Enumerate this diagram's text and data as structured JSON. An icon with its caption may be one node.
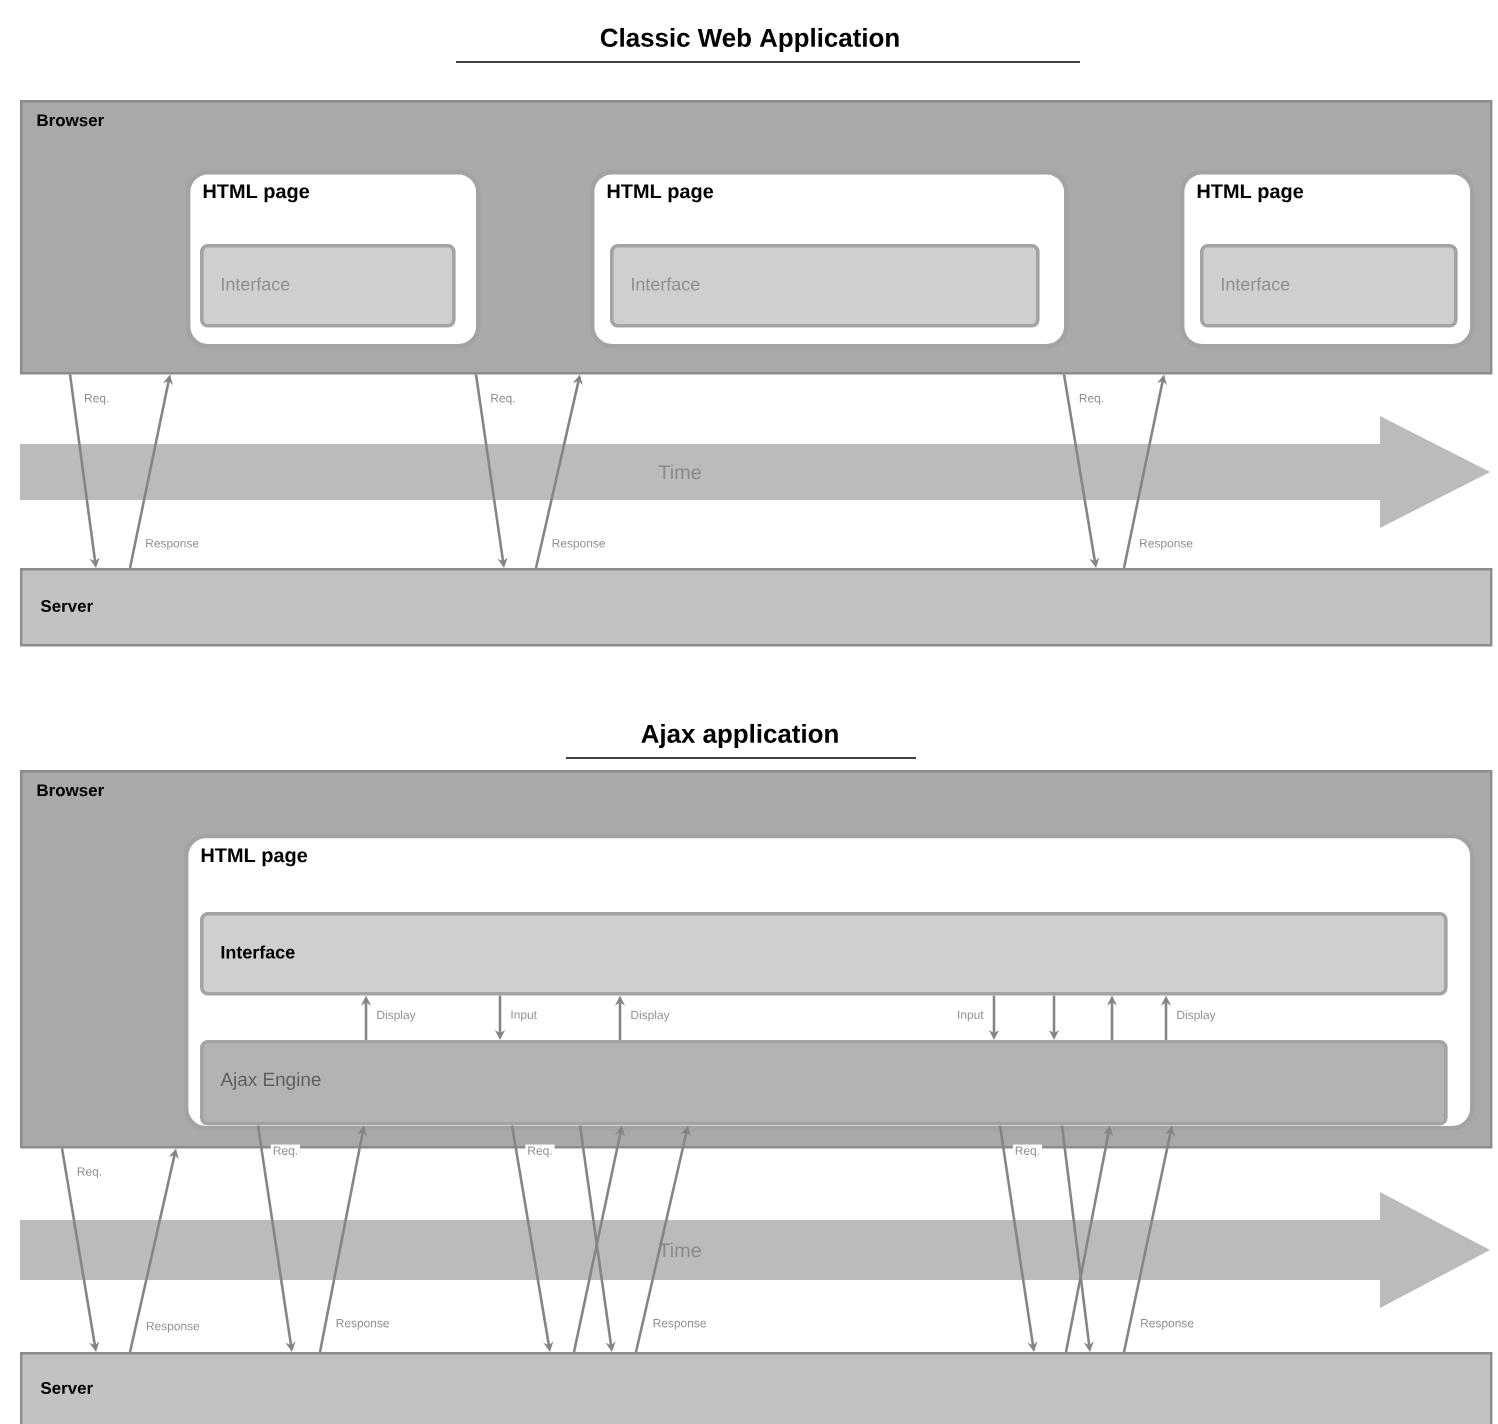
{
  "diagram": {
    "nodes": [
      {
        "text": [
          "Browser"
        ]
      },
      {
        "text": [
          "HTML page"
        ],
        "in": 0
      },
      {
        "text": [
          "Interface"
        ],
        "in": 1
      },
      {
        "text": [
          "HTML page"
        ],
        "in": 0
      },
      {
        "text": [
          "Interface"
        ],
        "in": 3
      },
      {
        "text": [
          "HTML page"
        ],
        "in": 0
      },
      {
        "text": [
          "Interface"
        ],
        "in": 5
      },
      {
        "text": [
          "Server"
        ]
      },
      {
        "text": [
          "Browser"
        ]
      },
      {
        "text": [
          "HTML page"
        ],
        "in": 8
      },
      {
        "text": [
          "Interface"
        ],
        "in": 9
      },
      {
        "text": [
          "Ajax Engine"
        ],
        "in": 9
      },
      {
        "text": [
          "Server"
        ]
      }
    ],
    "edges": [
      {
        "from": 0,
        "to": 7,
        "arrow": "to",
        "label": "Req."
      },
      {
        "from": 7,
        "to": 0,
        "arrow": "to",
        "label": "Response"
      },
      {
        "from": 0,
        "to": 7,
        "arrow": "to",
        "label": "Req."
      },
      {
        "from": 7,
        "to": 0,
        "arrow": "to",
        "label": "Response"
      },
      {
        "from": 0,
        "to": 7,
        "arrow": "to",
        "label": "Req."
      },
      {
        "from": 7,
        "to": 0,
        "arrow": "to",
        "label": "Response"
      },
      {
        "from": 11,
        "to": 10,
        "arrow": "to",
        "label": "Display"
      },
      {
        "from": 10,
        "to": 11,
        "arrow": "to",
        "label": "Input"
      },
      {
        "from": 11,
        "to": 10,
        "arrow": "to",
        "label": "Display"
      },
      {
        "from": 10,
        "to": 11,
        "arrow": "to",
        "label": "Input"
      },
      {
        "from": 10,
        "to": 11,
        "arrow": "to"
      },
      {
        "from": 11,
        "to": 10,
        "arrow": "to"
      },
      {
        "from": 11,
        "to": 10,
        "arrow": "to",
        "label": "Display"
      },
      {
        "from": 8,
        "to": 12,
        "arrow": "to",
        "label": "Req."
      },
      {
        "from": 12,
        "to": 8,
        "arrow": "to",
        "label": "Response"
      },
      {
        "from": 11,
        "to": 12,
        "arrow": "to",
        "label": "Req."
      },
      {
        "from": 12,
        "to": 11,
        "arrow": "to",
        "label": "Response"
      },
      {
        "from": 11,
        "to": 12,
        "arrow": "to",
        "label": "Req."
      },
      {
        "from": 11,
        "to": 12,
        "arrow": "to"
      },
      {
        "from": 12,
        "to": 11,
        "arrow": "to"
      },
      {
        "from": 12,
        "to": 11,
        "arrow": "to",
        "label": "Response"
      },
      {
        "from": 11,
        "to": 12,
        "arrow": "to",
        "label": "Req."
      },
      {
        "from": 11,
        "to": 12,
        "arrow": "to"
      },
      {
        "from": 12,
        "to": 11,
        "arrow": "to"
      },
      {
        "from": 12,
        "to": 11,
        "arrow": "to",
        "label": "Response"
      }
    ],
    "labels": [
      "Classic Web Application",
      "Time",
      "Ajax application",
      "Time"
    ]
  }
}
